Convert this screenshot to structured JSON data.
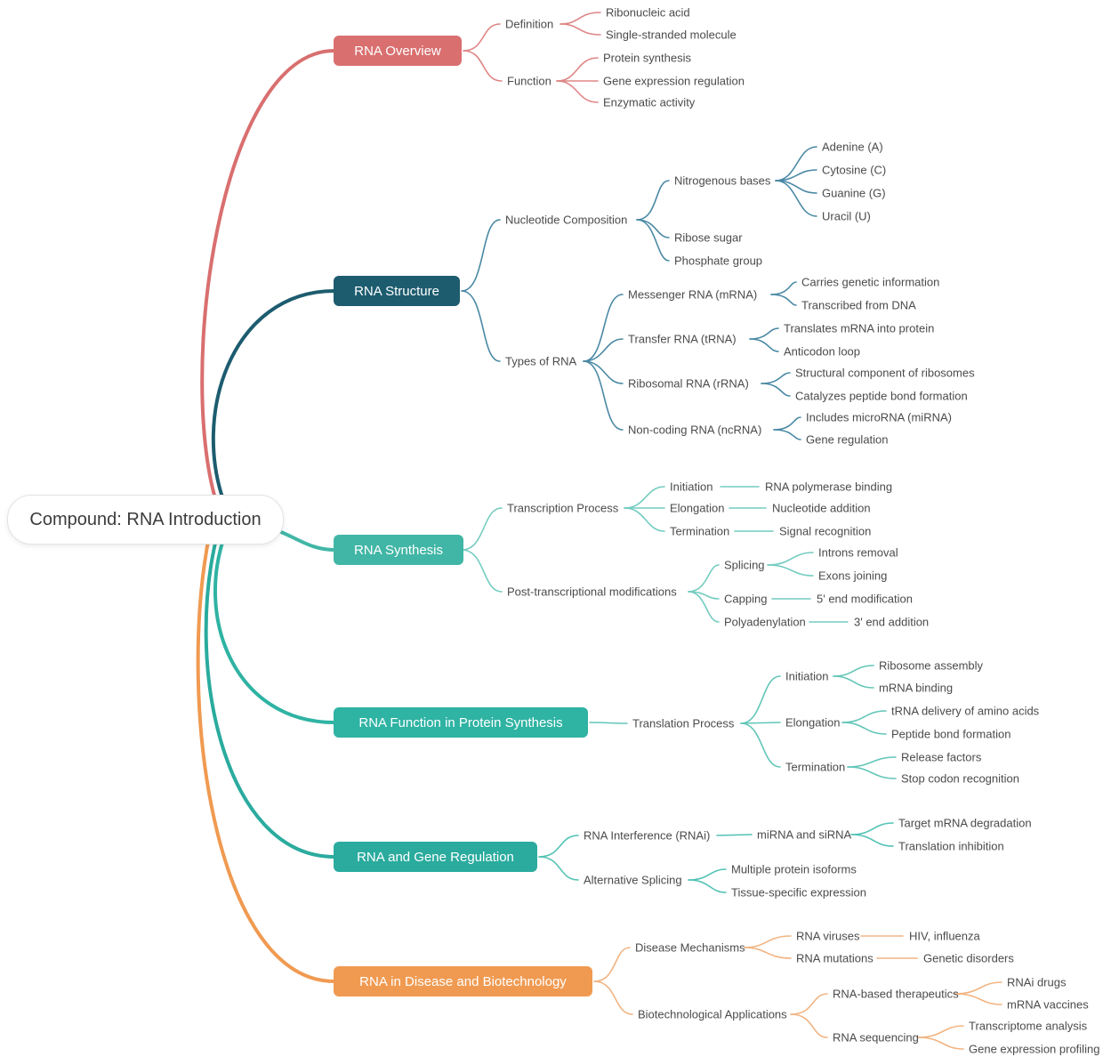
{
  "root": {
    "label": "Compound: RNA Introduction"
  },
  "colors": {
    "overview": "#d96f6f",
    "structure": "#1d5c6f",
    "synthesis": "#41b6a6",
    "function": "#2fb3a3",
    "regulation": "#2aab9e",
    "disease": "#f09a51",
    "label_text": "#4b4b4b",
    "node_text": "#ffffff",
    "root_background": "#ffffff"
  },
  "branches": [
    {
      "label": "RNA Overview",
      "children": [
        {
          "label": "Definition",
          "children": [
            {
              "label": "Ribonucleic acid"
            },
            {
              "label": "Single-stranded molecule"
            }
          ]
        },
        {
          "label": "Function",
          "children": [
            {
              "label": "Protein synthesis"
            },
            {
              "label": "Gene expression regulation"
            },
            {
              "label": "Enzymatic activity"
            }
          ]
        }
      ]
    },
    {
      "label": "RNA Structure",
      "children": [
        {
          "label": "Nucleotide Composition",
          "children": [
            {
              "label": "Nitrogenous bases",
              "children": [
                {
                  "label": "Adenine (A)"
                },
                {
                  "label": "Cytosine (C)"
                },
                {
                  "label": "Guanine (G)"
                },
                {
                  "label": "Uracil (U)"
                }
              ]
            },
            {
              "label": "Ribose sugar"
            },
            {
              "label": "Phosphate group"
            }
          ]
        },
        {
          "label": "Types of RNA",
          "children": [
            {
              "label": "Messenger RNA (mRNA)",
              "children": [
                {
                  "label": "Carries genetic information"
                },
                {
                  "label": "Transcribed from DNA"
                }
              ]
            },
            {
              "label": "Transfer RNA (tRNA)",
              "children": [
                {
                  "label": "Translates mRNA into protein"
                },
                {
                  "label": "Anticodon loop"
                }
              ]
            },
            {
              "label": "Ribosomal RNA (rRNA)",
              "children": [
                {
                  "label": "Structural component of ribosomes"
                },
                {
                  "label": "Catalyzes peptide bond formation"
                }
              ]
            },
            {
              "label": "Non-coding RNA (ncRNA)",
              "children": [
                {
                  "label": "Includes microRNA (miRNA)"
                },
                {
                  "label": "Gene regulation"
                }
              ]
            }
          ]
        }
      ]
    },
    {
      "label": "RNA Synthesis",
      "children": [
        {
          "label": "Transcription Process",
          "children": [
            {
              "label": "Initiation",
              "children": [
                {
                  "label": "RNA polymerase binding"
                }
              ]
            },
            {
              "label": "Elongation",
              "children": [
                {
                  "label": "Nucleotide addition"
                }
              ]
            },
            {
              "label": "Termination",
              "children": [
                {
                  "label": "Signal recognition"
                }
              ]
            }
          ]
        },
        {
          "label": "Post-transcriptional modifications",
          "children": [
            {
              "label": "Splicing",
              "children": [
                {
                  "label": "Introns removal"
                },
                {
                  "label": "Exons joining"
                }
              ]
            },
            {
              "label": "Capping",
              "children": [
                {
                  "label": "5' end modification"
                }
              ]
            },
            {
              "label": "Polyadenylation",
              "children": [
                {
                  "label": "3' end addition"
                }
              ]
            }
          ]
        }
      ]
    },
    {
      "label": "RNA Function in Protein Synthesis",
      "children": [
        {
          "label": "Translation Process",
          "children": [
            {
              "label": "Initiation",
              "children": [
                {
                  "label": "Ribosome assembly"
                },
                {
                  "label": "mRNA binding"
                }
              ]
            },
            {
              "label": "Elongation",
              "children": [
                {
                  "label": "tRNA delivery of amino acids"
                },
                {
                  "label": "Peptide bond formation"
                }
              ]
            },
            {
              "label": "Termination",
              "children": [
                {
                  "label": "Release factors"
                },
                {
                  "label": "Stop codon recognition"
                }
              ]
            }
          ]
        }
      ]
    },
    {
      "label": "RNA and Gene Regulation",
      "children": [
        {
          "label": "RNA Interference (RNAi)",
          "children": [
            {
              "label": "miRNA and siRNA",
              "children": [
                {
                  "label": "Target mRNA degradation"
                },
                {
                  "label": "Translation inhibition"
                }
              ]
            }
          ]
        },
        {
          "label": "Alternative Splicing",
          "children": [
            {
              "label": "Multiple protein isoforms"
            },
            {
              "label": "Tissue-specific expression"
            }
          ]
        }
      ]
    },
    {
      "label": "RNA in Disease and Biotechnology",
      "children": [
        {
          "label": "Disease Mechanisms",
          "children": [
            {
              "label": "RNA viruses",
              "children": [
                {
                  "label": "HIV, influenza"
                }
              ]
            },
            {
              "label": "RNA mutations",
              "children": [
                {
                  "label": "Genetic disorders"
                }
              ]
            }
          ]
        },
        {
          "label": "Biotechnological Applications",
          "children": [
            {
              "label": "RNA-based therapeutics",
              "children": [
                {
                  "label": "RNAi drugs"
                },
                {
                  "label": "mRNA vaccines"
                }
              ]
            },
            {
              "label": "RNA sequencing",
              "children": [
                {
                  "label": "Transcriptome analysis"
                },
                {
                  "label": "Gene expression profiling"
                }
              ]
            }
          ]
        }
      ]
    }
  ]
}
